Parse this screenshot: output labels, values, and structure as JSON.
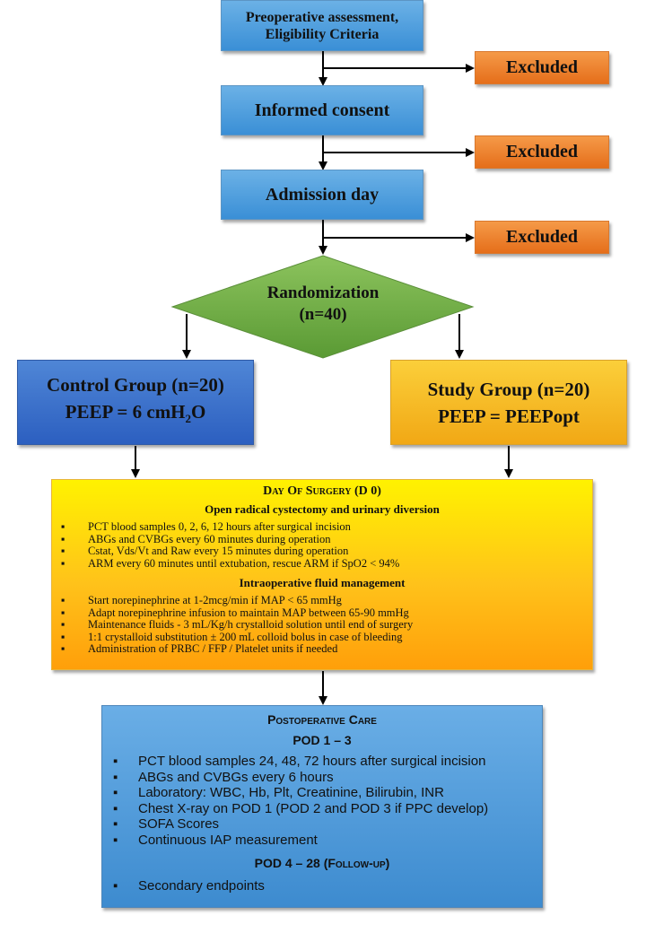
{
  "boxes": {
    "preop": "Preoperative assessment, Eligibility Criteria",
    "consent": "Informed consent",
    "admission": "Admission day",
    "excluded_1": "Excluded",
    "excluded_2": "Excluded",
    "excluded_3": "Excluded",
    "randomization": "Randomization",
    "randomization_n": "(n=40)"
  },
  "control": {
    "title": "Control Group (n=20)",
    "peep_prefix": "PEEP = 6 cmH",
    "peep_sub": "2",
    "peep_suffix": "O"
  },
  "study": {
    "title": "Study Group (n=20)",
    "peep": "PEEP = PEEPopt"
  },
  "surgery": {
    "title": "Day Of Surgery  (D 0)",
    "section1_title": "Open radical cystectomy and urinary diversion",
    "section1_items": [
      "PCT blood samples 0, 2, 6, 12 hours after surgical incision",
      "ABGs and CVBGs every 60 minutes during operation",
      "Cstat, Vds/Vt and Raw every 15 minutes during operation",
      "ARM every 60 minutes until extubation, rescue ARM if SpO2 < 94%"
    ],
    "section2_title": "Intraoperative fluid management",
    "section2_items": [
      "Start norepinephrine at 1-2mcg/min if MAP < 65 mmHg",
      "Adapt norepinephrine infusion to maintain MAP between 65-90 mmHg",
      "Maintenance fluids  - 3 mL/Kg/h crystalloid solution  until end of surgery",
      "1:1 crystalloid substitution ± 200 mL colloid  bolus in case of bleeding",
      "Administration  of PRBC / FFP / Platelet units if needed"
    ]
  },
  "postop": {
    "title": "Postoperative Care",
    "section1_title": "POD 1 – 3",
    "section1_items": [
      "PCT blood samples 24, 48, 72 hours after surgical incision",
      "ABGs and CVBGs every 6 hours",
      "Laboratory: WBC, Hb, Plt, Creatinine, Bilirubin, INR",
      "Chest X-ray on POD 1 (POD 2 and POD 3 if PPC develop)",
      "SOFA Scores",
      "Continuous IAP measurement"
    ],
    "section2_title": "POD 4 – 28 (Follow-up)",
    "section2_items": [
      "Secondary endpoints"
    ]
  },
  "bullet_glyph": "▪",
  "colors": {
    "blue_box": "#4a9ee0",
    "excluded": "#ed7d31",
    "diamond": "#70ad47",
    "control": "#3a6fd0",
    "study": "#f5bb25",
    "surgery_top": "#fff200",
    "surgery_bottom": "#ff9f0a",
    "postop": "#5a9fdf"
  }
}
